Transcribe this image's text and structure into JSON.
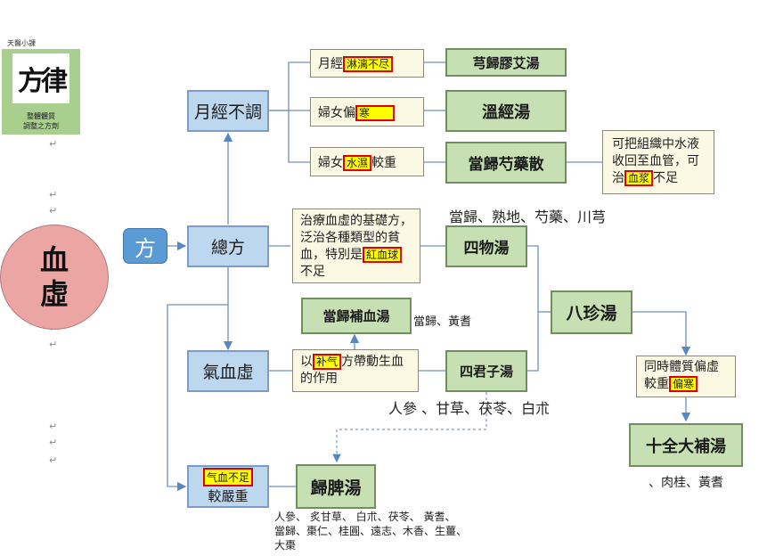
{
  "logo": {
    "top_text": "天醫小課",
    "calligraphy": "方律",
    "caption_line1": "整體體質",
    "caption_line2": "調整之方劑"
  },
  "circle": {
    "line1": "血",
    "line2": "虛"
  },
  "fang": "方",
  "boxes": {
    "yuejing": "月經不調",
    "zongfang": "總方",
    "qixuexu": "氣血虛",
    "jiaoyanzhong_hl": "气血不足",
    "jiaoyanzhong": "較嚴重"
  },
  "conditions": {
    "c1_pre": "月經",
    "c1_hl": "淋漓不尽",
    "c2_pre": "婦女偏",
    "c2_hl": "寒",
    "c3_pre": "婦女",
    "c3_hl": "水濕",
    "c3_post": "較重",
    "desc_pre": "治療血虛的基礎方，泛治各種類型的貧血，特別是",
    "desc_hl": "紅血球",
    "desc_post": "不足",
    "qi_pre": "以",
    "qi_hl": "补气",
    "qi_post": "方帶動生血的作用",
    "right_pre": "可把組織中水液收回至血管，可治",
    "right_hl": "血浆",
    "right_post": "不足",
    "bazhen_pre": "同時體質偏虛較重",
    "bazhen_hl": "偏寒"
  },
  "formulas": {
    "f1": "芎歸膠艾湯",
    "f2": "溫經湯",
    "f3": "當歸芍藥散",
    "f4": "四物湯",
    "f5": "當歸補血湯",
    "f6": "四君子湯",
    "f7": "八珍湯",
    "f8": "十全大補湯",
    "f9": "歸脾湯"
  },
  "notes": {
    "siwu": "當歸、熟地、芍藥、川芎",
    "buxue": "當歸、黃耆",
    "sijunzi": "人參 、甘草、茯苓、白朮",
    "shiquan": "、肉桂、黃耆",
    "guipi_1": "人參、 炙甘草、 白朮、茯苓、 黃耆、",
    "guipi_2": "當歸、棗仁、桂圓、遠志、木香、生薑、",
    "guipi_3": "大棗"
  },
  "para_mark": "↵"
}
